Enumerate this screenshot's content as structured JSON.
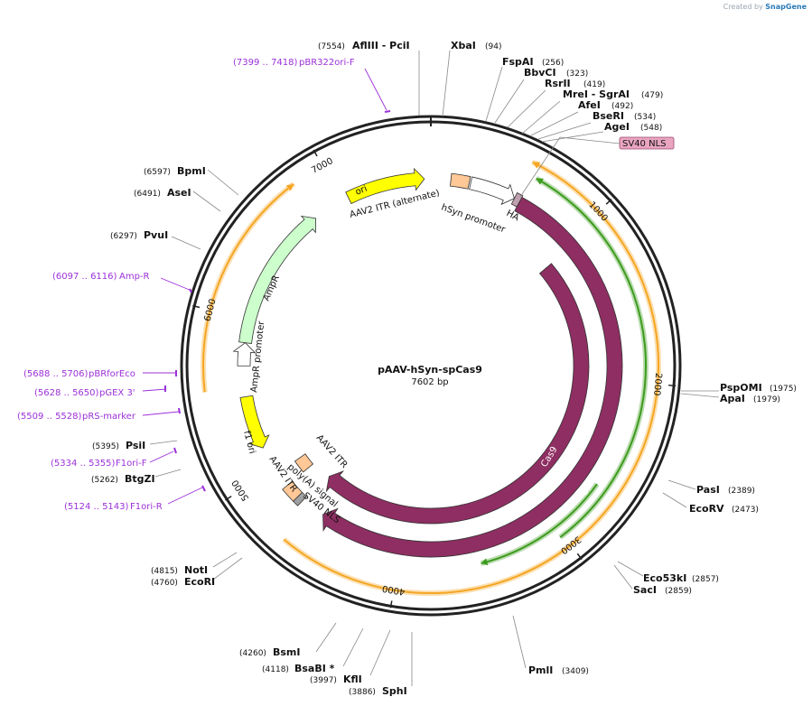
{
  "header": {
    "credit_prefix": "Created by",
    "credit_brand": "SnapGene"
  },
  "plasmid": {
    "name": "pAAV-hSyn-spCas9",
    "length_label": "7602 bp",
    "length": 7602
  },
  "colors": {
    "backbone": "#222222",
    "cas9": "#8e2e62",
    "ori": "#ffff00",
    "itr": "#ffc896",
    "promoter": "#ffffff",
    "ampr": "#ccffcc",
    "nls": "#a0a0a0",
    "orange_band": "#f5a623",
    "green_band": "#3d9b1d",
    "primer": "#9b30d9",
    "nls_box": "#e9a5c0"
  },
  "ticks": [
    {
      "pos": 1000,
      "label": "1000"
    },
    {
      "pos": 2000,
      "label": "2000"
    },
    {
      "pos": 3000,
      "label": "3000"
    },
    {
      "pos": 4000,
      "label": "4000"
    },
    {
      "pos": 5000,
      "label": "5000"
    },
    {
      "pos": 6000,
      "label": "6000"
    },
    {
      "pos": 7000,
      "label": "7000"
    }
  ],
  "sites": [
    {
      "name": "AflIII - PciI",
      "pos_label": "(7554)"
    },
    {
      "name": "XbaI",
      "pos_label": "(94)"
    },
    {
      "name": "FspAI",
      "pos_label": "(256)"
    },
    {
      "name": "BbvCI",
      "pos_label": "(323)"
    },
    {
      "name": "RsrII",
      "pos_label": "(419)"
    },
    {
      "name": "MreI - SgrAI",
      "pos_label": "(479)"
    },
    {
      "name": "AfeI",
      "pos_label": "(492)"
    },
    {
      "name": "BseRI",
      "pos_label": "(534)"
    },
    {
      "name": "AgeI",
      "pos_label": "(548)"
    },
    {
      "name": "PspOMI",
      "pos_label": "(1975)"
    },
    {
      "name": "ApaI",
      "pos_label": "(1979)"
    },
    {
      "name": "PasI",
      "pos_label": "(2389)"
    },
    {
      "name": "EcoRV",
      "pos_label": "(2473)"
    },
    {
      "name": "Eco53kI",
      "pos_label": "(2857)"
    },
    {
      "name": "SacI",
      "pos_label": "(2859)"
    },
    {
      "name": "PmlI",
      "pos_label": "(3409)"
    },
    {
      "name": "SphI",
      "pos_label": "(3886)"
    },
    {
      "name": "KflI",
      "pos_label": "(3997)"
    },
    {
      "name": "BsaBI *",
      "pos_label": "(4118)"
    },
    {
      "name": "BsmI",
      "pos_label": "(4260)"
    },
    {
      "name": "NotI",
      "pos_label": "(4815)"
    },
    {
      "name": "EcoRI",
      "pos_label": "(4760)"
    },
    {
      "name": "BtgZI",
      "pos_label": "(5262)"
    },
    {
      "name": "PsiI",
      "pos_label": "(5395)"
    },
    {
      "name": "PvuI",
      "pos_label": "(6297)"
    },
    {
      "name": "AseI",
      "pos_label": "(6491)"
    },
    {
      "name": "BpmI",
      "pos_label": "(6597)"
    }
  ],
  "primers": [
    {
      "name": "pBR322ori-F",
      "range_label": "(7399 .. 7418)"
    },
    {
      "name": "Amp-R",
      "range_label": "(6097 .. 6116)"
    },
    {
      "name": "pBRforEco",
      "range_label": "(5688 .. 5706)"
    },
    {
      "name": "pGEX 3'",
      "range_label": "(5628 .. 5650)"
    },
    {
      "name": "pRS-marker",
      "range_label": "(5509 .. 5528)"
    },
    {
      "name": "F1ori-F",
      "range_label": "(5334 .. 5355)"
    },
    {
      "name": "F1ori-R",
      "range_label": "(5124 .. 5143)"
    }
  ],
  "features": {
    "sv40_nls_box": "SV40 NLS",
    "ori": "ori",
    "aav2_itr_alt": "AAV2 ITR (alternate)",
    "hsyn": "hSyn promoter",
    "ha": "HA",
    "cas9_inner": "Cas9",
    "cas9_outer": "Cas9",
    "ampr": "AmpR",
    "ampr_promoter": "AmpR promoter",
    "f1_ori": "f1 ori",
    "aav2_itr_a": "AAV2 ITR",
    "aav2_itr_b": "AAV2 ITR",
    "polya": "poly(A) signal",
    "sv40_nls": "SV40 NLS"
  }
}
